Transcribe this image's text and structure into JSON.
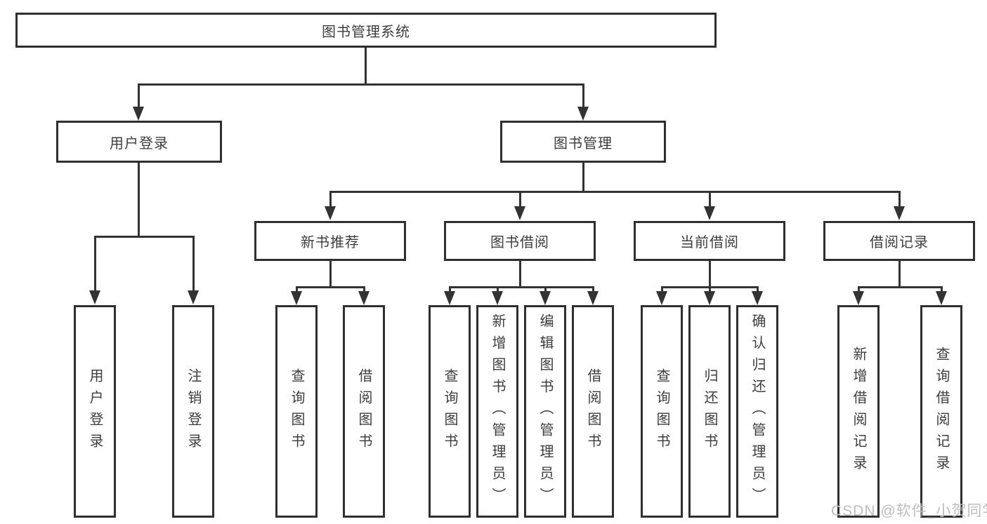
{
  "colors": {
    "background": "#ffffff",
    "line": "#333333",
    "box_border": "#2f2f2f",
    "text": "#3d3d3d",
    "watermark": "#bdbdbd"
  },
  "watermark": {
    "text": "CSDN @软件_小贺同学"
  },
  "chart_type": "hierarchy-diagram",
  "tree": {
    "label": "图书管理系统",
    "children": [
      {
        "label": "用户登录",
        "children": [
          {
            "label": "用户登录"
          },
          {
            "label": "注销登录"
          }
        ]
      },
      {
        "label": "图书管理",
        "children": [
          {
            "label": "新书推荐",
            "children": [
              {
                "label": "查询图书"
              },
              {
                "label": "借阅图书"
              }
            ]
          },
          {
            "label": "图书借阅",
            "children": [
              {
                "label": "查询图书"
              },
              {
                "label": "新增图书（管理员）"
              },
              {
                "label": "编辑图书（管理员）"
              },
              {
                "label": "借阅图书"
              }
            ]
          },
          {
            "label": "当前借阅",
            "children": [
              {
                "label": "查询图书"
              },
              {
                "label": "归还图书"
              },
              {
                "label": "确认归还（管理员）"
              }
            ]
          },
          {
            "label": "借阅记录",
            "children": [
              {
                "label": "新增借阅记录"
              },
              {
                "label": "查询借阅记录"
              }
            ]
          }
        ]
      }
    ]
  }
}
